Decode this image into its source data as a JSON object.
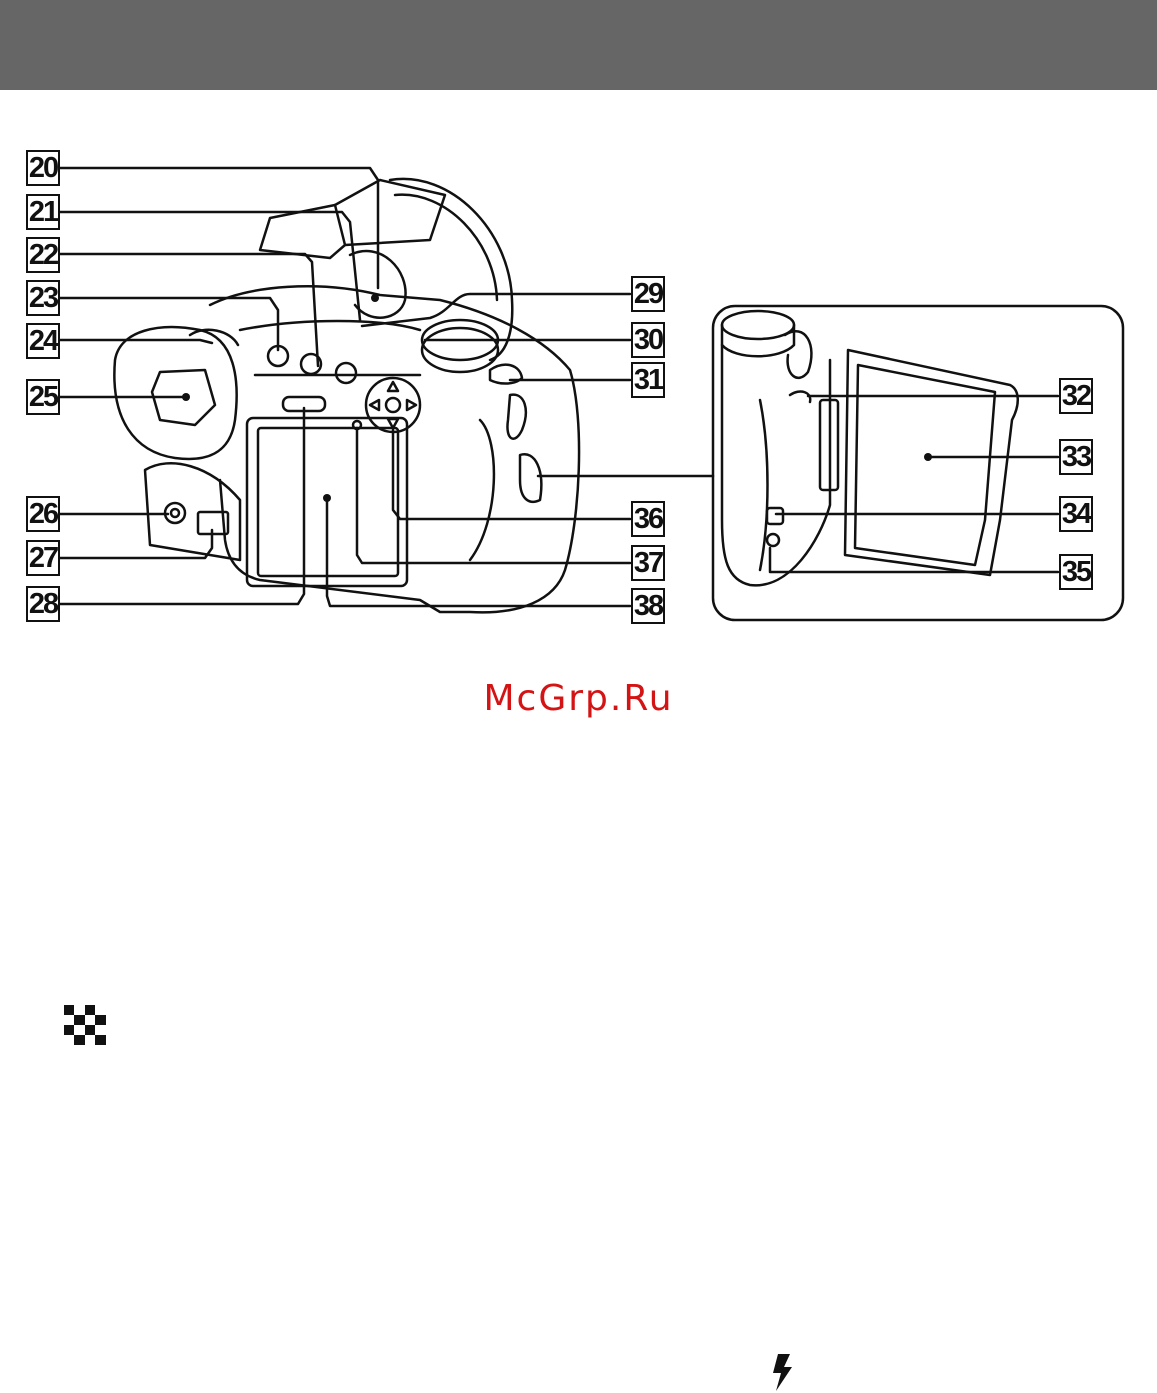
{
  "header": {
    "band_color": "#666666"
  },
  "figure": {
    "left_callouts": [
      "20",
      "21",
      "22",
      "23",
      "24",
      "25",
      "26",
      "27",
      "28"
    ],
    "right_callouts": [
      "29",
      "30",
      "31",
      "32",
      "33",
      "34",
      "35",
      "36",
      "37",
      "38"
    ]
  },
  "watermark": {
    "text": "McGrp.Ru",
    "color": "#d41414"
  },
  "icons": {
    "checker": "checker-pattern-icon",
    "flash": "flash-icon"
  }
}
